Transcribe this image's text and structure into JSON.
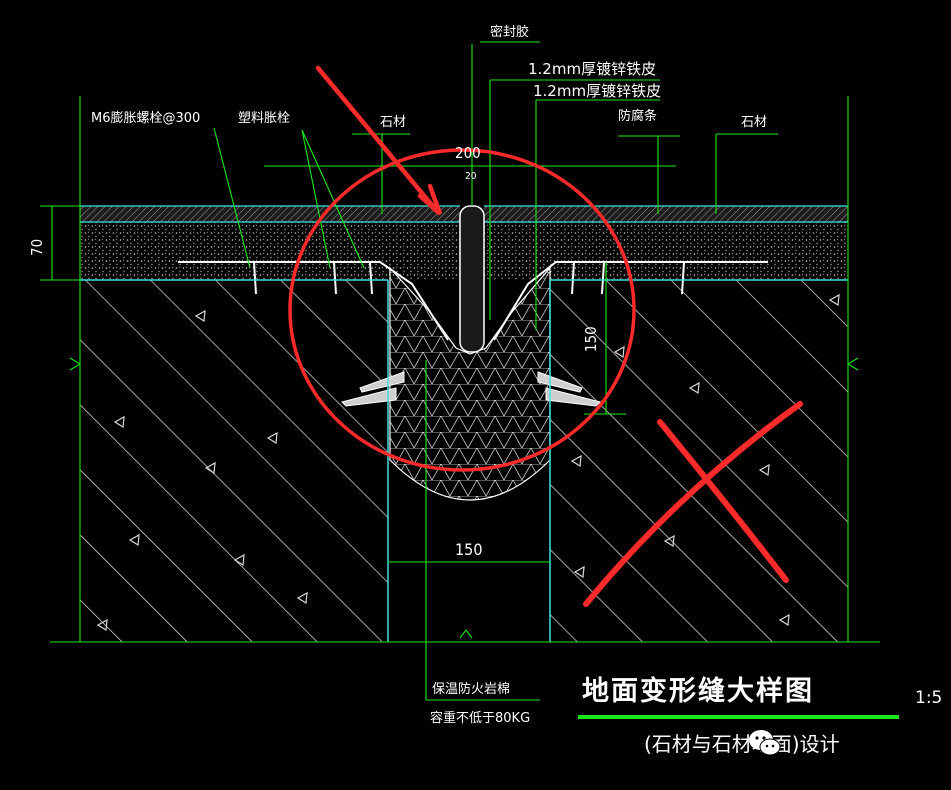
{
  "labels": {
    "sealant": "密封胶",
    "sheet_1": "1.2mm厚镀锌铁皮",
    "sheet_2": "1.2mm厚镀锌铁皮",
    "bolt": "M6膨胀螺栓@300",
    "plastic_plug": "塑料胀栓",
    "stone_left": "石材",
    "anticorrosion": "防腐条",
    "stone_right": "石材",
    "insulation_1": "保温防火岩棉",
    "insulation_2": "容重不低于80KG"
  },
  "dimensions": {
    "top_width": "200",
    "gap": "20",
    "thickness": "70",
    "depth": "150",
    "bottom_width": "150"
  },
  "title": {
    "main": "地面变形缝大样图",
    "scale": "1:5",
    "subtitle": "(石材与石材地面)设计"
  },
  "colors": {
    "background": "#000000",
    "construction_line": "#19e819",
    "structure_line": "#3ee0e0",
    "hatch": "#ffffff",
    "annotation_red": "#ff2a2a"
  }
}
